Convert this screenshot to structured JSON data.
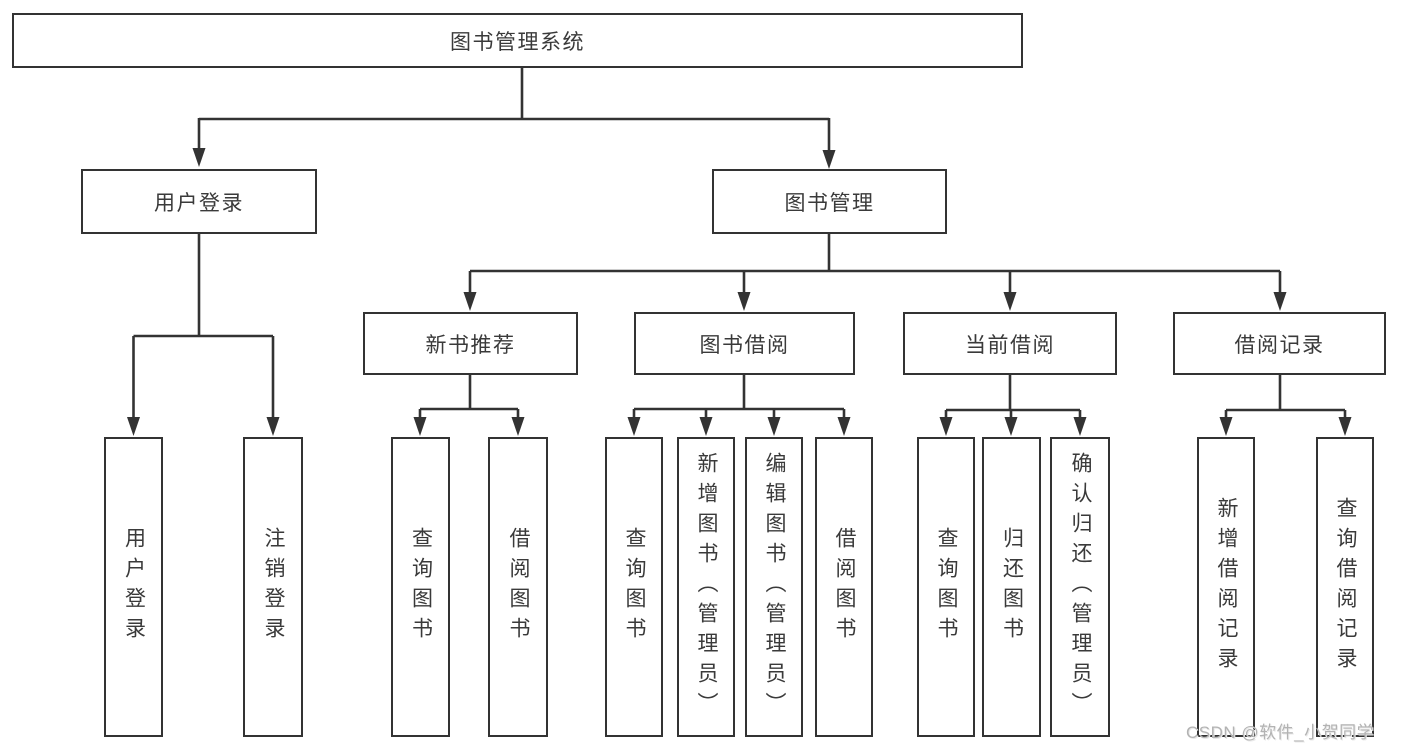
{
  "diagram": {
    "root": {
      "label": "图书管理系统"
    },
    "branches": [
      {
        "label": "用户登录",
        "children": [
          {
            "label": "用户登录"
          },
          {
            "label": "注销登录"
          }
        ]
      },
      {
        "label": "图书管理",
        "children": [
          {
            "label": "新书推荐",
            "children": [
              {
                "label": "查询图书"
              },
              {
                "label": "借阅图书"
              }
            ]
          },
          {
            "label": "图书借阅",
            "children": [
              {
                "label": "查询图书"
              },
              {
                "label": "新增图书（管理员）"
              },
              {
                "label": "编辑图书（管理员）"
              },
              {
                "label": "借阅图书"
              }
            ]
          },
          {
            "label": "当前借阅",
            "children": [
              {
                "label": "查询图书"
              },
              {
                "label": "归还图书"
              },
              {
                "label": "确认归还（管理员）"
              }
            ]
          },
          {
            "label": "借阅记录",
            "children": [
              {
                "label": "新增借阅记录"
              },
              {
                "label": "查询借阅记录"
              }
            ]
          }
        ]
      }
    ]
  },
  "watermark": {
    "text": "CSDN @软件_小贺同学"
  },
  "colors": {
    "line": "#333333",
    "text": "#3a3a3a",
    "watermark": "#b3b3b3",
    "background": "#ffffff"
  }
}
